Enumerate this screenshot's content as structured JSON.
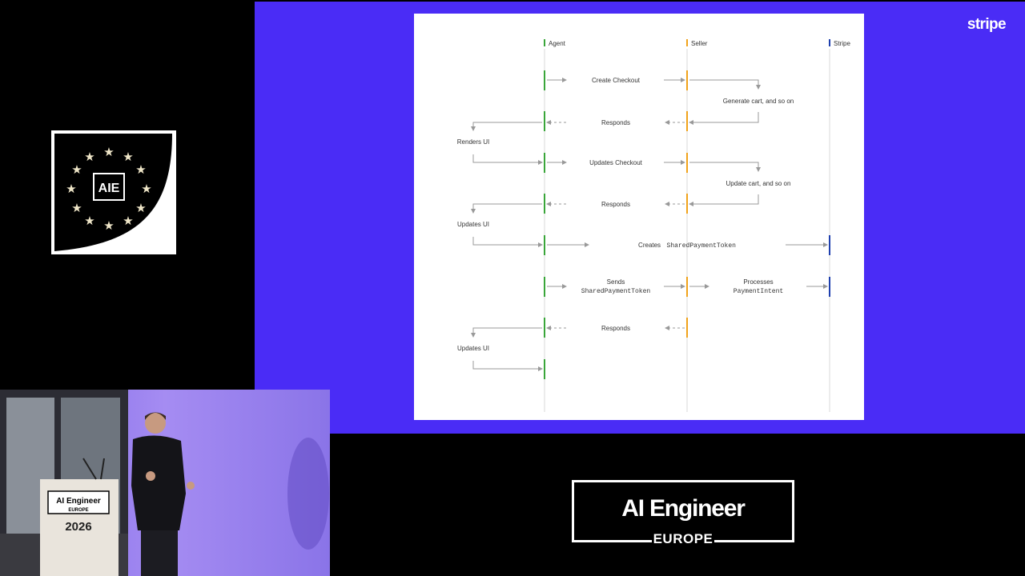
{
  "logo": {
    "text": "AIE"
  },
  "slide": {
    "brand": "stripe",
    "participants": [
      {
        "label": "Agent",
        "color": "#3aa63a"
      },
      {
        "label": "Seller",
        "color": "#f0a21a"
      },
      {
        "label": "Stripe",
        "color": "#1e3fae"
      }
    ],
    "messages": {
      "create_checkout": "Create Checkout",
      "generate_cart": "Generate cart, and so on",
      "responds_1": "Responds",
      "renders_ui": "Renders UI",
      "updates_checkout": "Updates Checkout",
      "update_cart": "Update cart, and so on",
      "responds_2": "Responds",
      "updates_ui_1": "Updates UI",
      "creates_prefix": "Creates",
      "creates_code": "SharedPaymentToken",
      "sends": "Sends",
      "sends_code": "SharedPaymentToken",
      "processes": "Processes",
      "processes_code": "PaymentIntent",
      "responds_3": "Responds",
      "updates_ui_2": "Updates UI"
    }
  },
  "badge": {
    "title": "AI Engineer",
    "subtitle": "EUROPE"
  },
  "podium": {
    "title": "AI Engineer",
    "subtitle": "EUROPE",
    "year": "2026"
  }
}
